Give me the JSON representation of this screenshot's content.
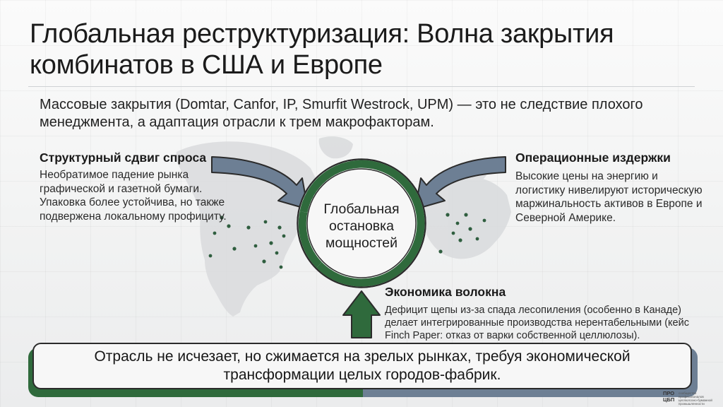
{
  "slide": {
    "title": "Глобальная реструктуризация: Волна закрытия комбинатов в США и Европе",
    "subtitle": "Массовые закрытия (Domtar, Canfor, IP, Smurfit Westrock, UPM) — это не следствие плохого менеджмента, а адаптация отрасли к трем макрофакторам."
  },
  "factors": {
    "demand": {
      "title": "Структурный сдвиг спроса",
      "text": "Необратимое падение рынка графической и газетной бумаги. Упаковка более устойчива, но также подвержена локальному профициту."
    },
    "costs": {
      "title": "Операционные издержки",
      "text": "Высокие цены на энергию и логистику нивелируют историческую маржинальность активов в Европе и Северной Америке."
    },
    "fiber": {
      "title": "Экономика волокна",
      "text": "Дефицит щепы из-за спада лесопиления (особенно в Канаде) делает интегрированные производства нерентабельными (кейс Finch Paper: отказ от варки собственной целлюлозы)."
    }
  },
  "center": {
    "label": "Глобальная остановка мощностей"
  },
  "conclusion": {
    "text": "Отрасль не исчезает, но сжимается на зрелых рынках, требуя экономической трансформации целых городов-фабрик."
  },
  "logo": {
    "mark_line1": "ПРО",
    "mark_line2": "ЦБП",
    "text": "сообщество профессионалов целлюлозно-бумажной промышленности"
  },
  "colors": {
    "green": "#2f6a3c",
    "slate": "#6d7f94",
    "map": "#d6d8da",
    "dot": "#2f5e3f"
  }
}
